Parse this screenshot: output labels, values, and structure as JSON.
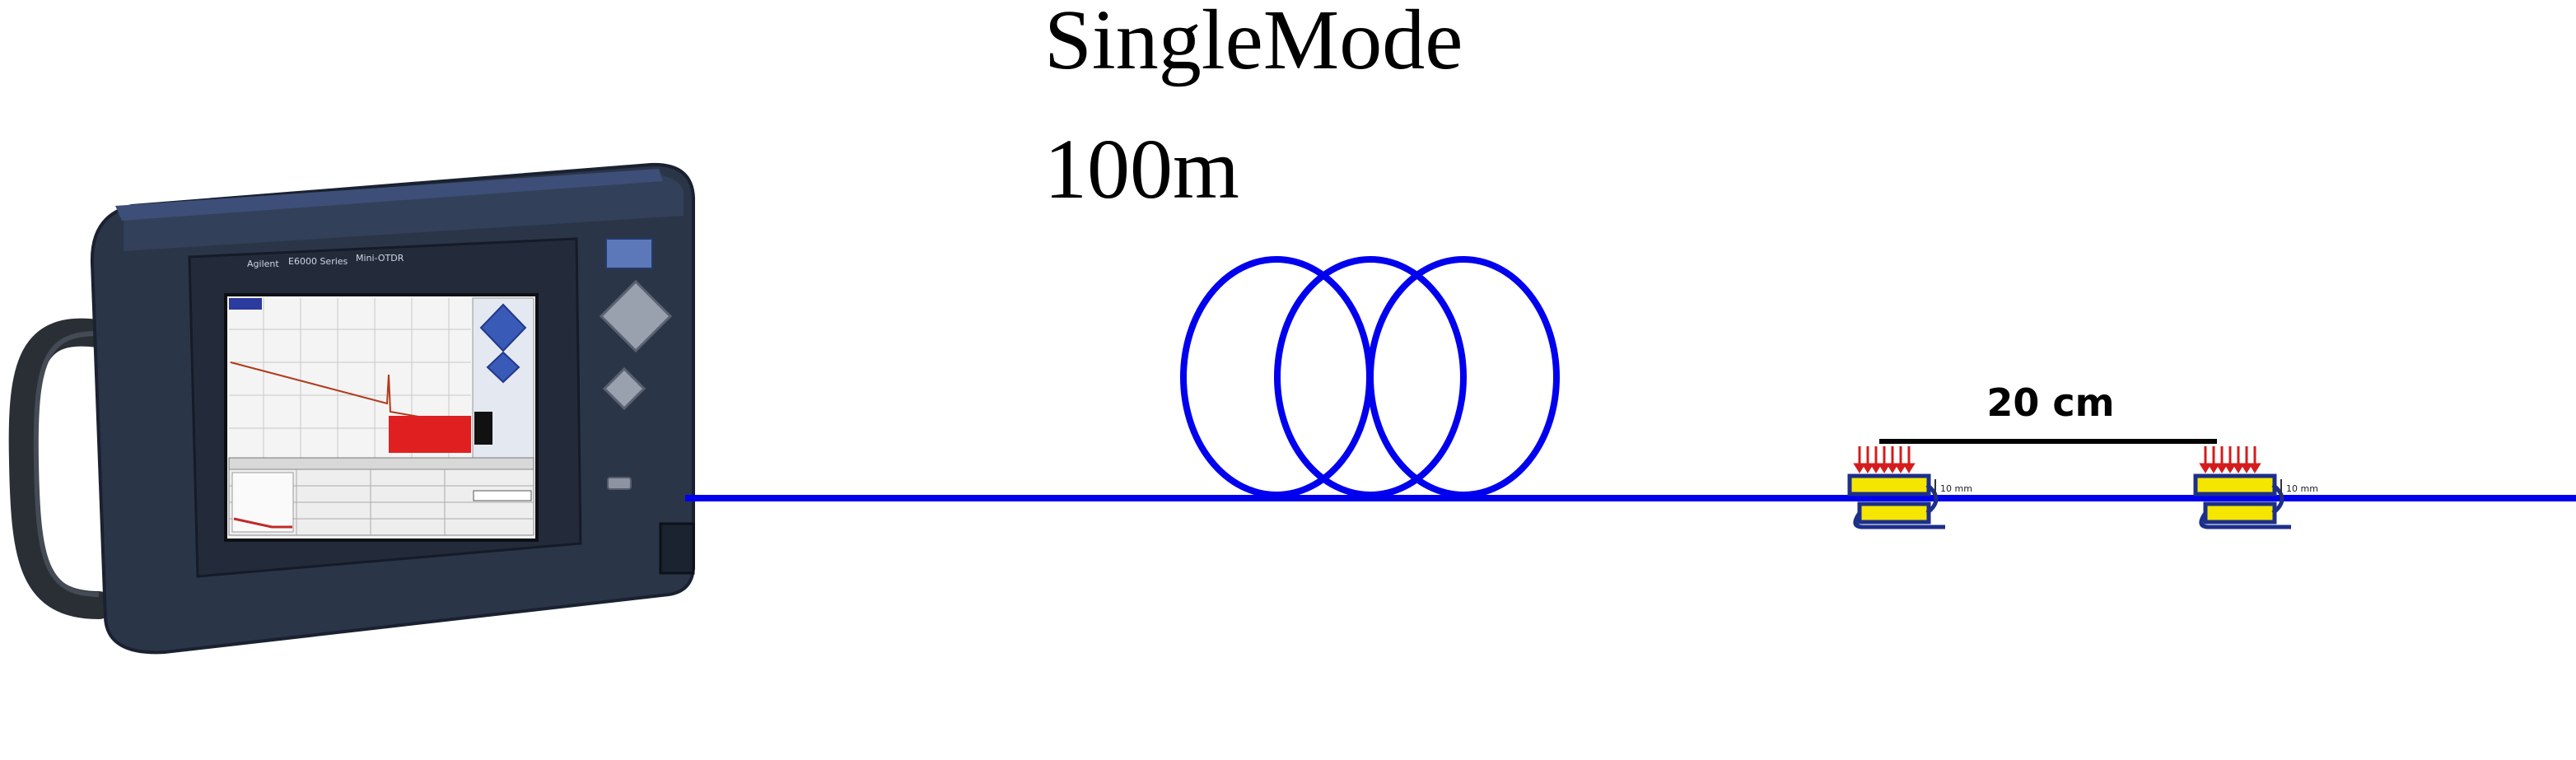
{
  "fiber": {
    "type_label": "SingleMode",
    "length_label": "100m",
    "color": "#0000ee"
  },
  "bend_setup": {
    "spacing_label": "20 cm",
    "radius_label": "10 mm",
    "clamp_color": "#f5e600",
    "clamp_outline": "#1c2f8a",
    "arrow_color": "#d41c1c"
  },
  "device": {
    "brand_label": "Agilent",
    "series_label": "E6000 Series",
    "model_label": "Mini-OTDR",
    "body_color": "#2b3548"
  }
}
